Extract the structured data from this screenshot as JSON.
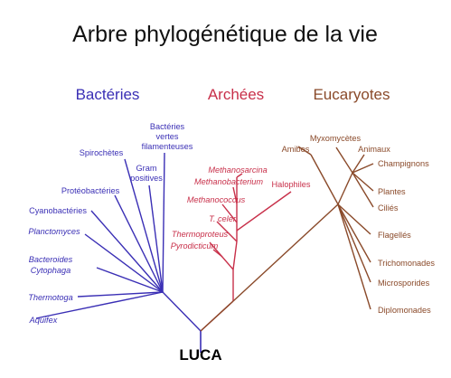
{
  "title": "Arbre phylogénétique de la vie",
  "root_label": "LUCA",
  "colors": {
    "bacteria": "#3a2fb5",
    "archaea": "#c8304a",
    "eukaryota": "#8a4a2a",
    "root": "#3a2fb5",
    "title": "#111111"
  },
  "groups": {
    "bacteria": "Bactéries",
    "archaea": "Archées",
    "eukaryota": "Eucaryotes"
  },
  "bacteria": [
    "Bactéries",
    "vertes",
    "filamenteuses",
    "Spirochètes",
    "Gram",
    "positives",
    "Protéobactéries",
    "Cyanobactéries",
    "Planctomyces",
    "Bacteroides",
    "Cytophaga",
    "Thermotoga",
    "Aquifex"
  ],
  "archaea": [
    "Methanosarcina",
    "Methanobacterium",
    "Halophiles",
    "Methanococcus",
    "T. celer",
    "Thermoproteus",
    "Pyrodicticum"
  ],
  "eukaryota": [
    "Myxomycètes",
    "Amibes",
    "Animaux",
    "Champignons",
    "Plantes",
    "Ciliés",
    "Flagellés",
    "Trichomonades",
    "Microsporides",
    "Diplomonades"
  ]
}
